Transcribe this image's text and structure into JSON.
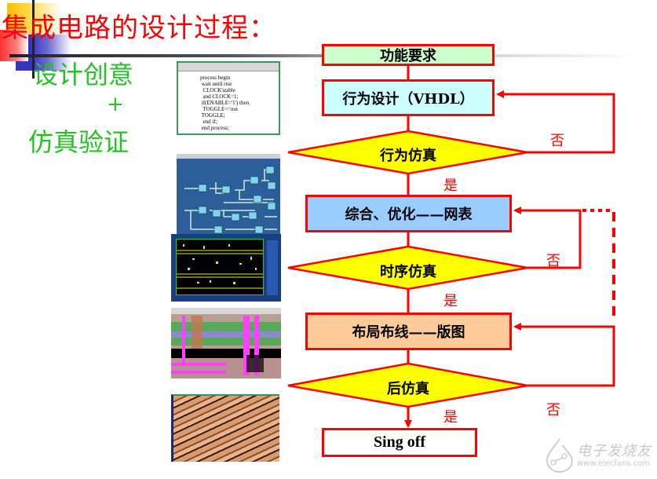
{
  "slide": {
    "title": "集成电路的设计过程：",
    "left_text": {
      "line1": "设计创意",
      "plus": "+",
      "line2": "仿真验证"
    },
    "colors": {
      "title": "#ff0000",
      "left_text": "#22c322",
      "flow_lines": "#ff0000",
      "diamond_fill": "#ffff00"
    }
  },
  "thumbnails": {
    "code": {
      "description": "VHDL code editor window",
      "lines": [
        "process begin",
        " wait until rise",
        "  CLOCK'stable",
        "  and CLOCK=1;",
        " if(ENABLE='1') then",
        "  TOGGLE<=not",
        " TOGGLE;",
        "  end if;",
        " end process;"
      ]
    },
    "gates": {
      "description": "gate-level schematic netlist"
    },
    "layout": {
      "description": "placement & routing view"
    },
    "mask": {
      "description": "layout mask view"
    },
    "chip": {
      "description": "chip die photo"
    }
  },
  "flowchart": {
    "nodes": [
      {
        "id": "requirements",
        "type": "process",
        "label": "功能要求",
        "fill": "#ccffcc"
      },
      {
        "id": "behavioral_design",
        "type": "process",
        "label": "行为设计（VHDL）",
        "fill": "#ccffff"
      },
      {
        "id": "behavioral_sim",
        "type": "decision",
        "label": "行为仿真",
        "fill": "#ffff00"
      },
      {
        "id": "synthesis",
        "type": "process",
        "label": "综合、优化——网表",
        "fill": "#99ccff"
      },
      {
        "id": "timing_sim",
        "type": "decision",
        "label": "时序仿真",
        "fill": "#ffff00"
      },
      {
        "id": "place_route",
        "type": "process",
        "label": "布局布线——版图",
        "fill": "#ffcc99"
      },
      {
        "id": "post_sim",
        "type": "decision",
        "label": "后仿真",
        "fill": "#ffff00"
      },
      {
        "id": "signoff",
        "type": "process",
        "label": "Sing off",
        "fill": "#ffffff"
      }
    ],
    "edge_labels": {
      "yes": "是",
      "no": "否"
    }
  },
  "watermark": {
    "name": "电子发烧友",
    "url": "www.elecfans.com"
  }
}
